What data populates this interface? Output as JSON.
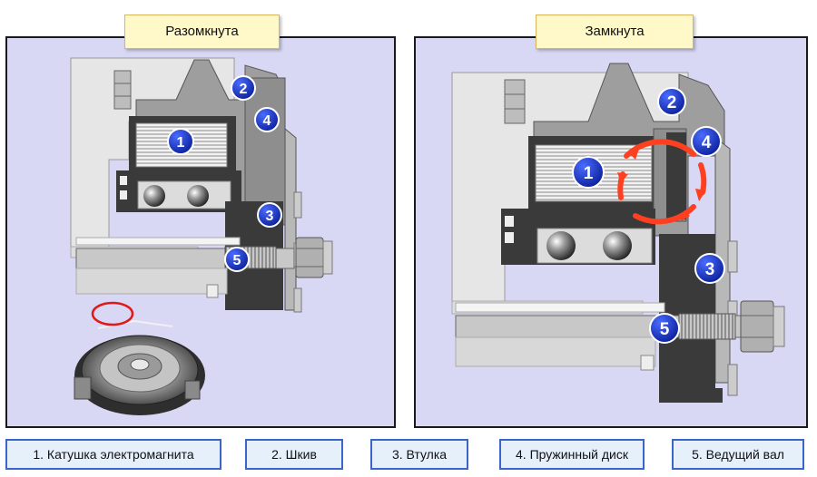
{
  "panels": {
    "open": {
      "label": "Разомкнута"
    },
    "closed": {
      "label": "Замкнута"
    }
  },
  "badges": {
    "b1": "1",
    "b2": "2",
    "b3": "3",
    "b4": "4",
    "b5": "5"
  },
  "legend": [
    "1. Катушка электромагнита",
    "2. Шкив",
    "3. Втулка",
    "4. Пружинный диск",
    "5. Ведущий вал"
  ],
  "colors": {
    "panel_bg": "#d8d8f4",
    "badge": "#1432c8",
    "arrow": "#ff4020",
    "highlight_circle": "#e01818",
    "label_bg": "#fff8c8",
    "legend_border": "#3a66c9"
  }
}
